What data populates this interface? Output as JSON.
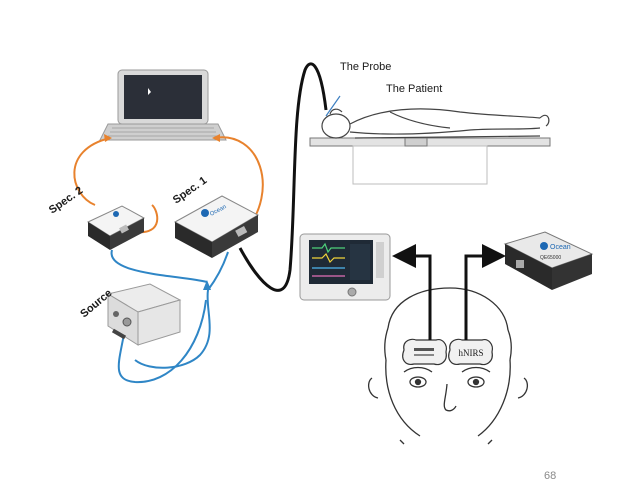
{
  "labels": {
    "probe": "The Probe",
    "patient": "The Patient",
    "spec1": "Spec. 1",
    "spec2": "Spec. 2",
    "source": "Source",
    "hnirs": "hNIRS",
    "ocean_brand": "Ocean",
    "ocean_model": "QE65000"
  },
  "slide_number": "68",
  "colors": {
    "usb_cable": "#e8822d",
    "fiber_cable": "#2f86c6",
    "probe_cable": "#111111",
    "arrow": "#111111"
  }
}
